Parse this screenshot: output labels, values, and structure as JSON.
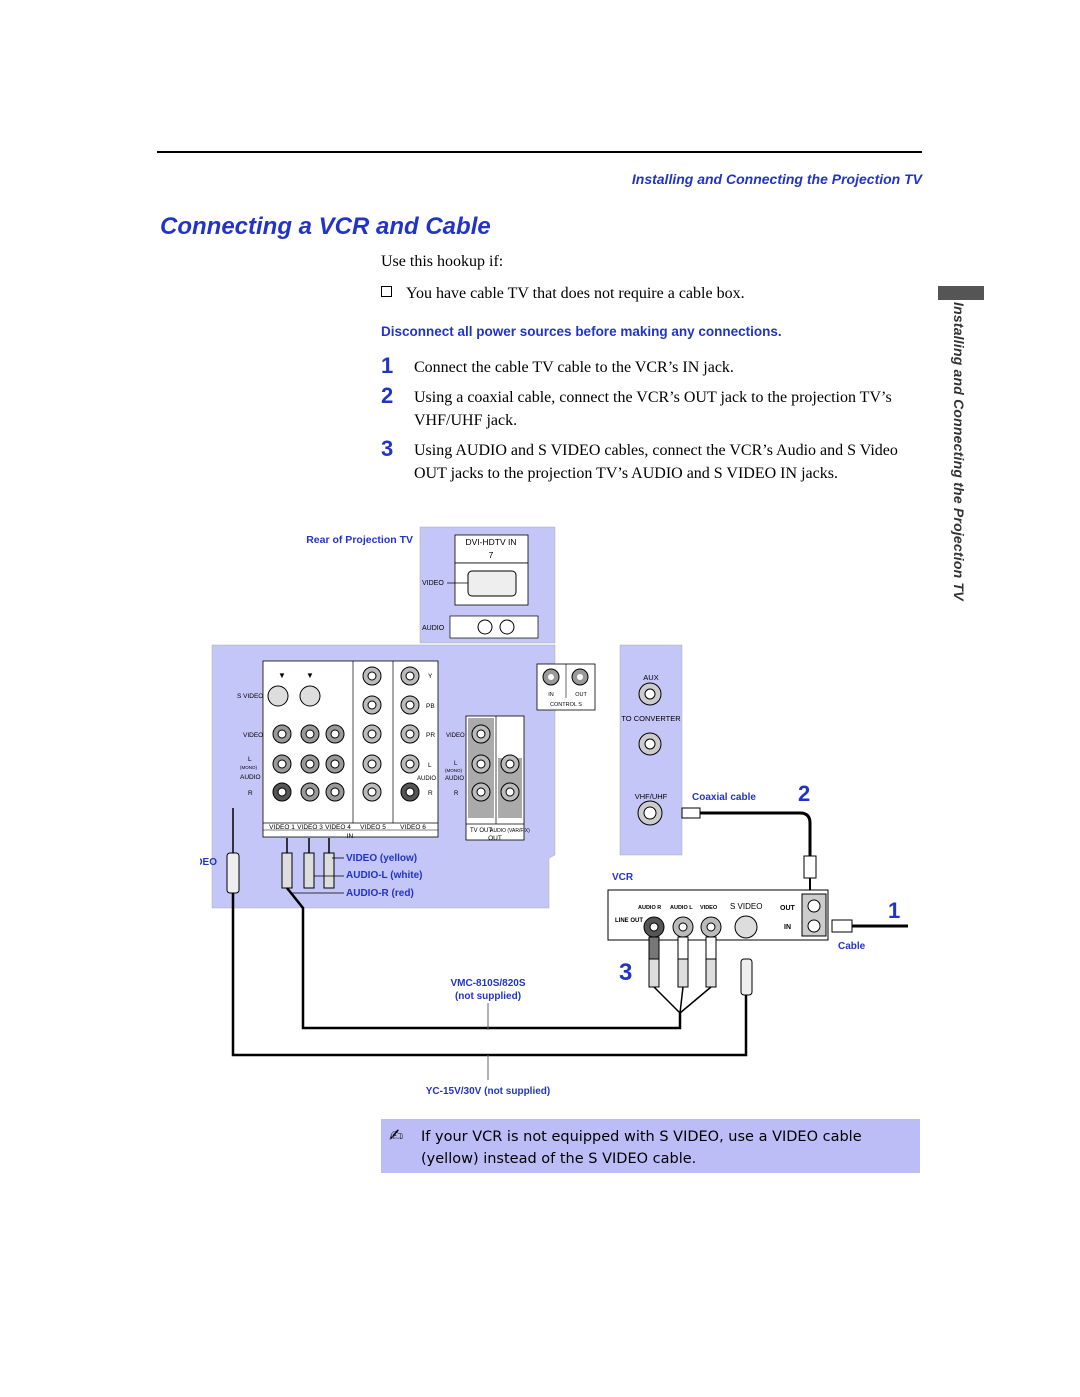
{
  "running_head": "Installing and Connecting the Projection TV",
  "title": "Connecting a VCR and Cable",
  "intro": "Use this hookup if:",
  "bullet": "You have cable TV that does not require a cable box.",
  "warning": "Disconnect all power sources before making any connections.",
  "steps": [
    {
      "num": "1",
      "text": "Connect the cable TV cable to the VCR’s IN jack."
    },
    {
      "num": "2",
      "text": "Using a coaxial cable, connect the VCR’s OUT jack to the projection TV’s VHF/UHF jack."
    },
    {
      "num": "3",
      "text": "Using AUDIO and S VIDEO cables, connect the VCR’s Audio and S Video OUT jacks to the projection TV’s AUDIO and S VIDEO IN jacks."
    }
  ],
  "side_tab_text": "Installing and Connecting the Projection TV",
  "diagram": {
    "rear_label": "Rear of Projection TV",
    "dvi_label": "DVI-HDTV IN",
    "dvi_number": "7",
    "dvi_video": "VIDEO",
    "dvi_audio": "AUDIO",
    "svideo_row": "S VIDEO",
    "video_row": "VIDEO",
    "l_label": "L",
    "mono_label": "(MONO)",
    "audio_row": "AUDIO",
    "r_label": "R",
    "y_label": "Y",
    "pb_label": "PB",
    "pr_label": "PR",
    "video_cols": [
      "VIDEO 1",
      "VIDEO 3",
      "VIDEO 4",
      "VIDEO 5",
      "VIDEO 6"
    ],
    "in_label": "IN",
    "out_label": "OUT",
    "tv_out": "TV OUT",
    "audio_var": "AUDIO (VAR/FIX)",
    "control_s": "CONTROL S",
    "aux": "AUX",
    "to_converter": "TO CONVERTER",
    "vhf_uhf": "VHF/UHF",
    "coaxial_cable": "Coaxial cable",
    "callout_2": "2",
    "callout_1": "1",
    "callout_3": "3",
    "s_video_cable": "S VIDEO",
    "video_yellow": "VIDEO (yellow)",
    "audio_l_white": "AUDIO-L (white)",
    "audio_r_red": "AUDIO-R (red)",
    "vcr": "VCR",
    "vcr_audio_r": "AUDIO R",
    "vcr_audio_l": "AUDIO L",
    "vcr_video": "VIDEO",
    "vcr_s_video": "S VIDEO",
    "vcr_line_out": "LINE OUT",
    "vcr_out": "OUT",
    "vcr_in": "IN",
    "cable": "Cable",
    "vmc_cable": "VMC-810S/820S",
    "not_supplied": "(not supplied)",
    "yc_cable": "YC-15V/30V (not supplied)",
    "colors": {
      "panel": "#c4c6f8",
      "accent": "#2234c8",
      "line": "#000000"
    }
  },
  "note": "If your VCR is not equipped with S VIDEO, use a VIDEO cable (yellow) instead of the S VIDEO cable."
}
